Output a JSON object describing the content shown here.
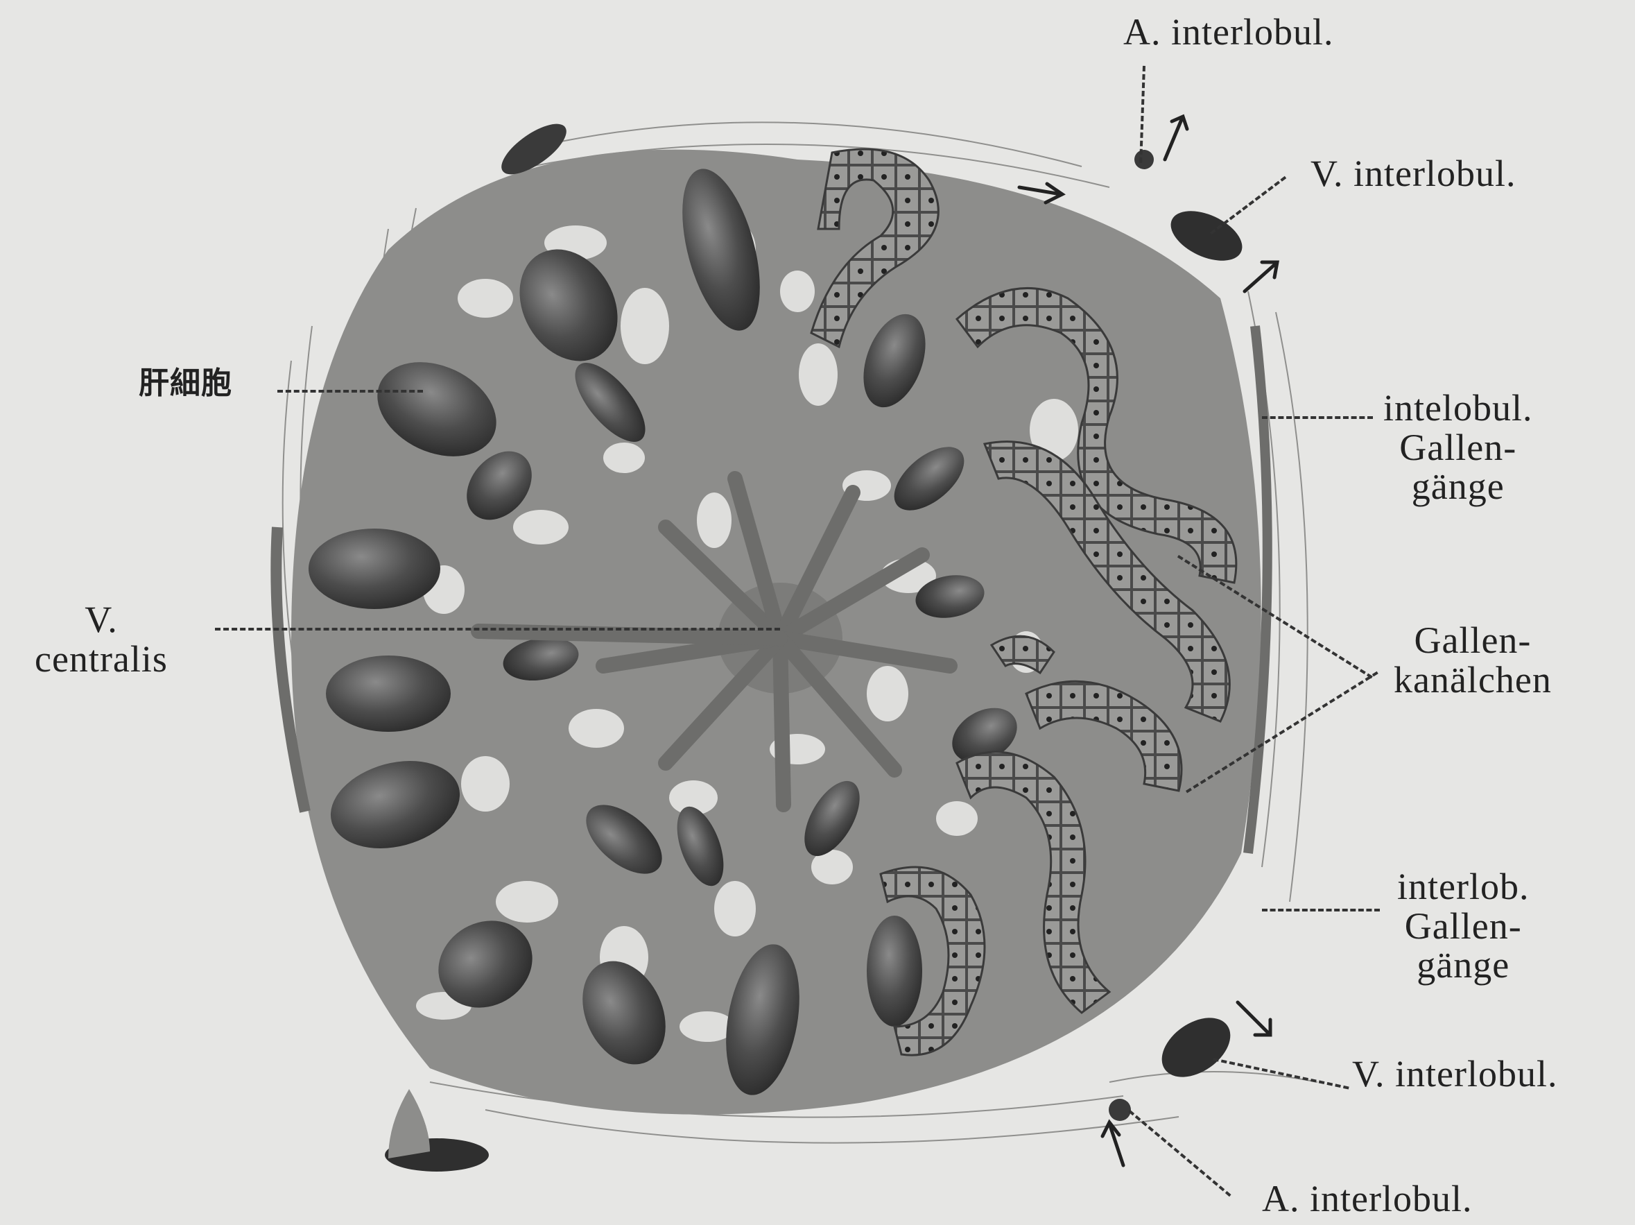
{
  "labels": {
    "a_interlobul_top": "A. interlobul.",
    "v_interlobul_top": "V. interlobul.",
    "liver_cell": "肝細胞",
    "intelobul_gallengaenge": [
      "intelobul.",
      "Gallen-",
      "gänge"
    ],
    "v_centralis": [
      "V.",
      "centralis"
    ],
    "gallenkanaelchen": [
      "Gallen-",
      "kanälchen"
    ],
    "interlob_gallengaenge": [
      "interlob.",
      "Gallen-",
      "gänge"
    ],
    "v_interlobul_bottom": "V. interlobul.",
    "a_interlobul_bottom": "A. interlobul."
  }
}
